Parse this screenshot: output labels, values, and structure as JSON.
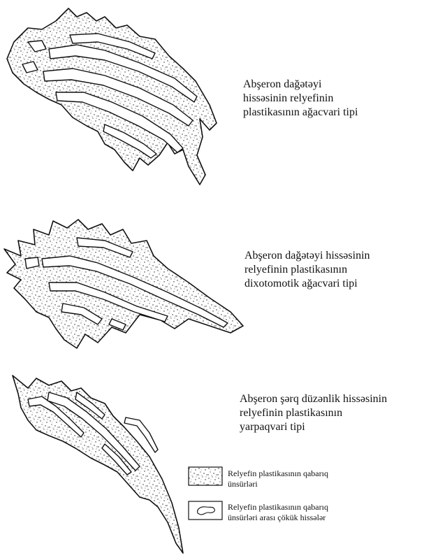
{
  "captions": {
    "fig1": [
      "Abşeron dağətəyi",
      "hissəsinin relyefinin",
      "plastikasının ağacvari tipi"
    ],
    "fig2": [
      "Abşeron dağətəyi hissəsinin",
      "relyefinin plastikasının",
      "dixotomotik ağacvari tipi"
    ],
    "fig3": [
      "Abşeron şərq düzənlik hissəsinin",
      "relyefinin plastikasının",
      "yarpaqvari tipi"
    ]
  },
  "legend": {
    "item1": [
      "Relyefin    plastikasının qabarıq",
      "ünsürləri"
    ],
    "item2": [
      "Relyefin    plastikasının qabarıq",
      "ünsürləri arası çökük hissələr"
    ]
  },
  "colors": {
    "ink": "#111111",
    "fill": "#ffffff"
  }
}
